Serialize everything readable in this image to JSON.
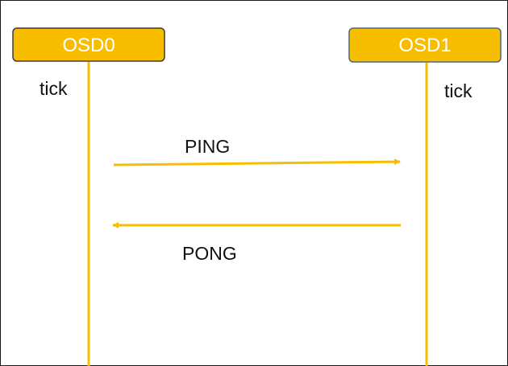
{
  "diagram": {
    "participants": [
      {
        "label": "OSD0",
        "note": "tick"
      },
      {
        "label": "OSD1",
        "note": "tick"
      }
    ],
    "messages": [
      {
        "label": "PING",
        "from": "OSD0",
        "to": "OSD1"
      },
      {
        "label": "PONG",
        "from": "OSD1",
        "to": "OSD0"
      }
    ],
    "colors": {
      "accent": "#f7be00",
      "box_border": "#3a3a3a",
      "box_border_right": "#4a6a78",
      "text": "#111111",
      "box_text": "#ffffff"
    }
  }
}
